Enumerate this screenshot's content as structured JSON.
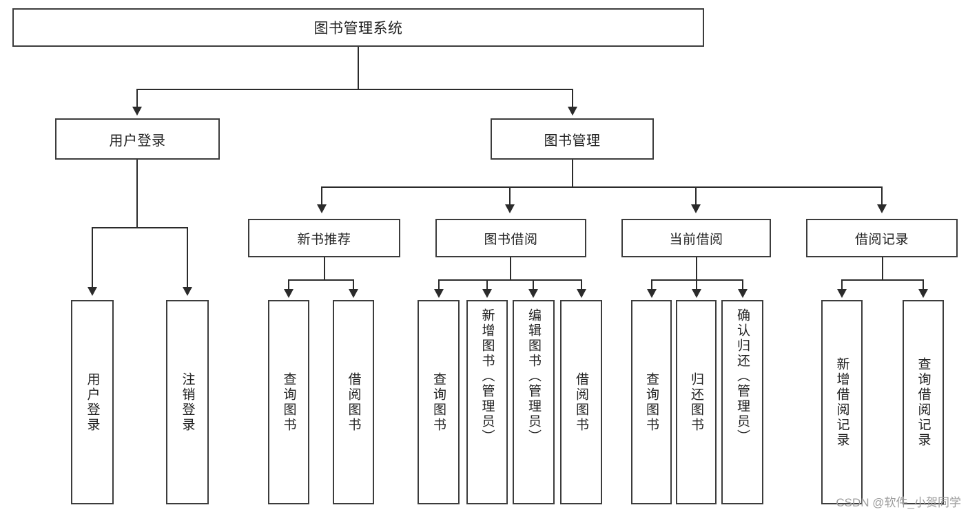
{
  "diagram": {
    "title": "图书管理系统",
    "watermark": "CSDN @软件_小贺同学",
    "type": "tree-hierarchy-diagram",
    "colors": {
      "box_border": "#3c3c3c",
      "line": "#2b2b2b",
      "background": "#ffffff",
      "text": "#222222",
      "watermark": "#9c9c9c"
    },
    "root": {
      "label": "图书管理系统"
    },
    "level2": [
      {
        "label": "用户登录"
      },
      {
        "label": "图书管理"
      }
    ],
    "level3": [
      {
        "label": "新书推荐"
      },
      {
        "label": "图书借阅"
      },
      {
        "label": "当前借阅"
      },
      {
        "label": "借阅记录"
      }
    ],
    "leaves": {
      "user_login": [
        {
          "label": "用户登录"
        },
        {
          "label": "注销登录"
        }
      ],
      "new_book_recommend": [
        {
          "label": "查询图书"
        },
        {
          "label": "借阅图书"
        }
      ],
      "book_borrow": [
        {
          "label": "查询图书"
        },
        {
          "label": "新增图书（管理员）"
        },
        {
          "label": "编辑图书（管理员）"
        },
        {
          "label": "借阅图书"
        }
      ],
      "current_borrow": [
        {
          "label": "查询图书"
        },
        {
          "label": "归还图书"
        },
        {
          "label": "确认归还（管理员）"
        }
      ],
      "borrow_record": [
        {
          "label": "新增借阅记录"
        },
        {
          "label": "查询借阅记录"
        }
      ]
    }
  }
}
